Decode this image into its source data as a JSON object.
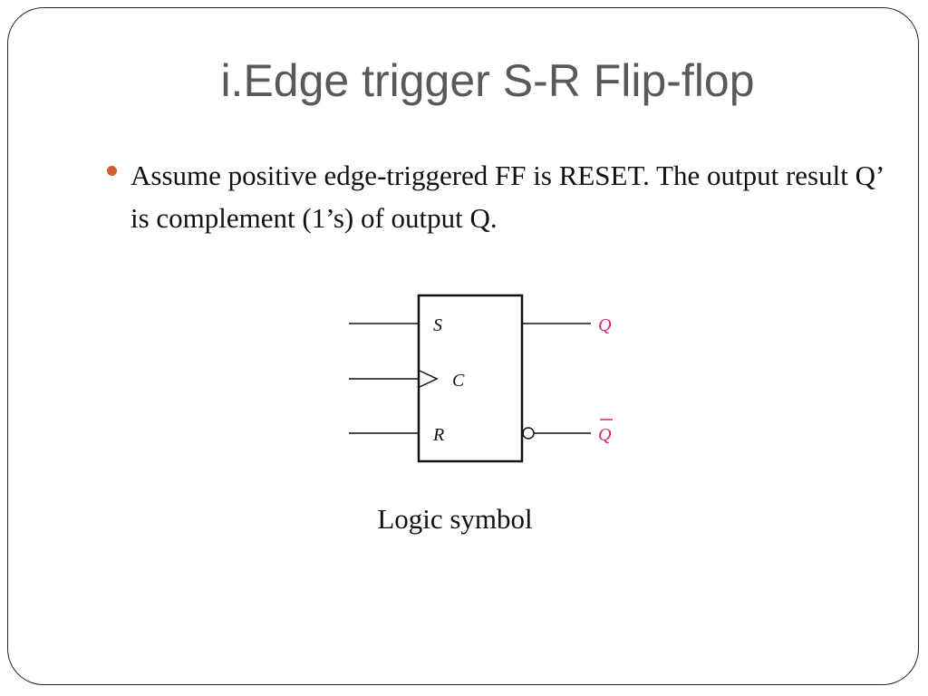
{
  "slide": {
    "title": "i.Edge trigger S-R Flip-flop",
    "bullets": [
      "Assume positive edge-triggered FF is RESET. The output result Q’ is complement (1’s) of output Q."
    ]
  },
  "diagram": {
    "inputs": [
      "S",
      "C",
      "R"
    ],
    "outputs": [
      "Q",
      "Q"
    ],
    "caption": "Logic symbol"
  },
  "colors": {
    "bullet": "#d35f2e",
    "title": "#595959",
    "output_label": "#e0207a"
  }
}
